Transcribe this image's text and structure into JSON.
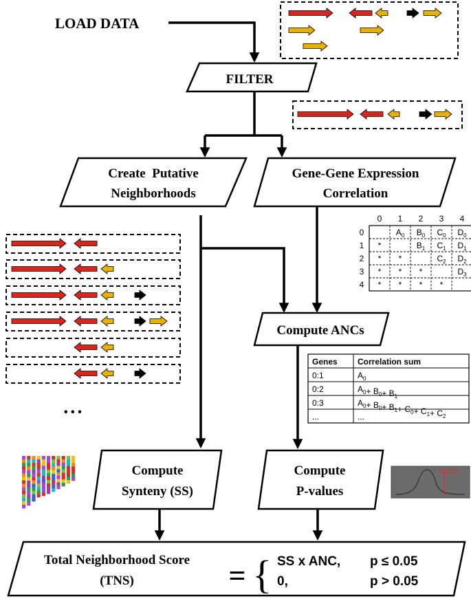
{
  "nodes": {
    "load_data": "LOAD DATA",
    "filter": "FILTER",
    "create_neighborhoods": [
      "Create  Putative",
      "Neighborhoods"
    ],
    "gene_correlation": [
      "Gene-Gene Expression",
      "Correlation"
    ],
    "compute_ancs": "Compute ANCs",
    "compute_synteny": [
      "Compute",
      "Synteny (SS)"
    ],
    "compute_pvalues": [
      "Compute",
      "P-values"
    ],
    "tns": [
      "Total Neighborhood Score",
      "(TNS)"
    ]
  },
  "formula": {
    "equals": "=",
    "brace": "{",
    "case1_expr": "SS x ANC,",
    "case1_cond": "p ≤ 0.05",
    "case2_expr": "0,",
    "case2_cond": "p > 0.05"
  },
  "ellipsis": "• • •",
  "matrix": {
    "col_headers": [
      "0",
      "1",
      "2",
      "3",
      "4"
    ],
    "row_headers": [
      "0",
      "1",
      "2",
      "3",
      "4"
    ],
    "cells": [
      [
        "",
        "A0",
        "B0",
        "C0",
        "D0"
      ],
      [
        "*",
        "",
        "B1",
        "C1",
        "D1"
      ],
      [
        "*",
        "*",
        "",
        "C2",
        "D2"
      ],
      [
        "*",
        "*",
        "*",
        "",
        "D3"
      ],
      [
        "*",
        "*",
        "*",
        "*",
        ""
      ]
    ]
  },
  "correlation_table": {
    "headers": [
      "Genes",
      "Correlation sum"
    ],
    "rows": [
      [
        "0:1",
        "A0"
      ],
      [
        "0:2",
        "A0+ B0+ B1"
      ],
      [
        "0:3",
        "A0+ B0+ B1+ C0+ C1+ C2"
      ],
      [
        "...",
        "..."
      ]
    ]
  },
  "colors": {
    "red_gene": "#d7261e",
    "yellow_gene": "#e8b000",
    "black_gene": "#000000",
    "plot_bg": "#6b6b6b"
  }
}
